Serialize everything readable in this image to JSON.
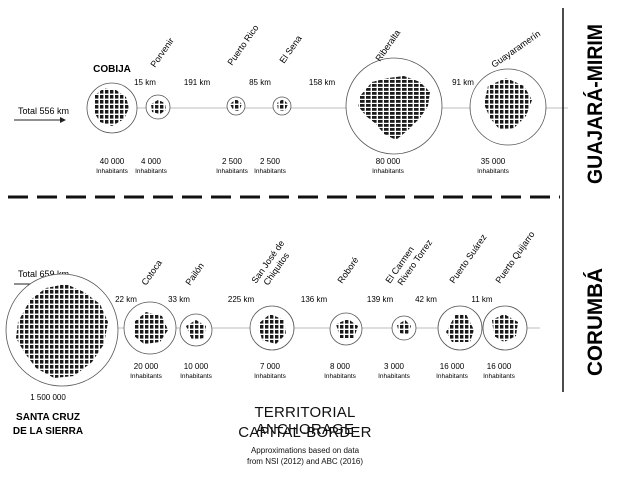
{
  "top": {
    "border": "GUAJARÁ-MIRIM",
    "total": "Total 556 km",
    "start_city": "COBIJA",
    "cities": [
      {
        "name": "",
        "distance": "",
        "population": "40 000",
        "inhabitants": "Inhabitants"
      },
      {
        "name": "Porvenir",
        "distance": "15 km",
        "population": "4 000",
        "inhabitants": "Inhabitants"
      },
      {
        "name": "Puerto Rico",
        "distance": "191 km",
        "population": "2 500",
        "inhabitants": "Inhabitants"
      },
      {
        "name": "El Sena",
        "distance": "85 km",
        "population": "2 500",
        "inhabitants": "Inhabitants"
      },
      {
        "name": "Riberalta",
        "distance": "158 km",
        "population": "80 000",
        "inhabitants": "Inhabitants"
      },
      {
        "name": "Guayaramerín",
        "distance": "91 km",
        "population": "35 000",
        "inhabitants": "Inhabitants"
      }
    ]
  },
  "bottom": {
    "border": "CORUMBÁ",
    "total": "Total 659 km",
    "start_city_line1": "SANTA CRUZ",
    "start_city_line2": "DE LA SIERRA",
    "start_population": "1 500 000",
    "cities": [
      {
        "name1": "Cotoca",
        "name2": "",
        "distance": "22 km",
        "population": "20 000",
        "inhabitants": "Inhabitants"
      },
      {
        "name1": "Pailón",
        "name2": "",
        "distance": "33 km",
        "population": "10 000",
        "inhabitants": "Inhabitants"
      },
      {
        "name1": "San José de",
        "name2": "Chiquitos",
        "distance": "225 km",
        "population": "7 000",
        "inhabitants": "Inhabitants"
      },
      {
        "name1": "Roboré",
        "name2": "",
        "distance": "136 km",
        "population": "8 000",
        "inhabitants": "Inhabitants"
      },
      {
        "name1": "El Carmen",
        "name2": "Rivero Torrez",
        "distance": "139 km",
        "population": "3 000",
        "inhabitants": "Inhabitants"
      },
      {
        "name1": "Puerto Suárez",
        "name2": "",
        "distance": "42 km",
        "population": "16 000",
        "inhabitants": "Inhabitants"
      },
      {
        "name1": "Puerto Quijarro",
        "name2": "",
        "distance": "11 km",
        "population": "16 000",
        "inhabitants": "Inhabitants"
      }
    ]
  },
  "title_line1": "TERRITORIAL ANCHORAGE",
  "title_line2": "CAPITAL-BORDER",
  "source_line1": "Approximations based on data",
  "source_line2": "from NSI (2012) and ABC (2016)"
}
